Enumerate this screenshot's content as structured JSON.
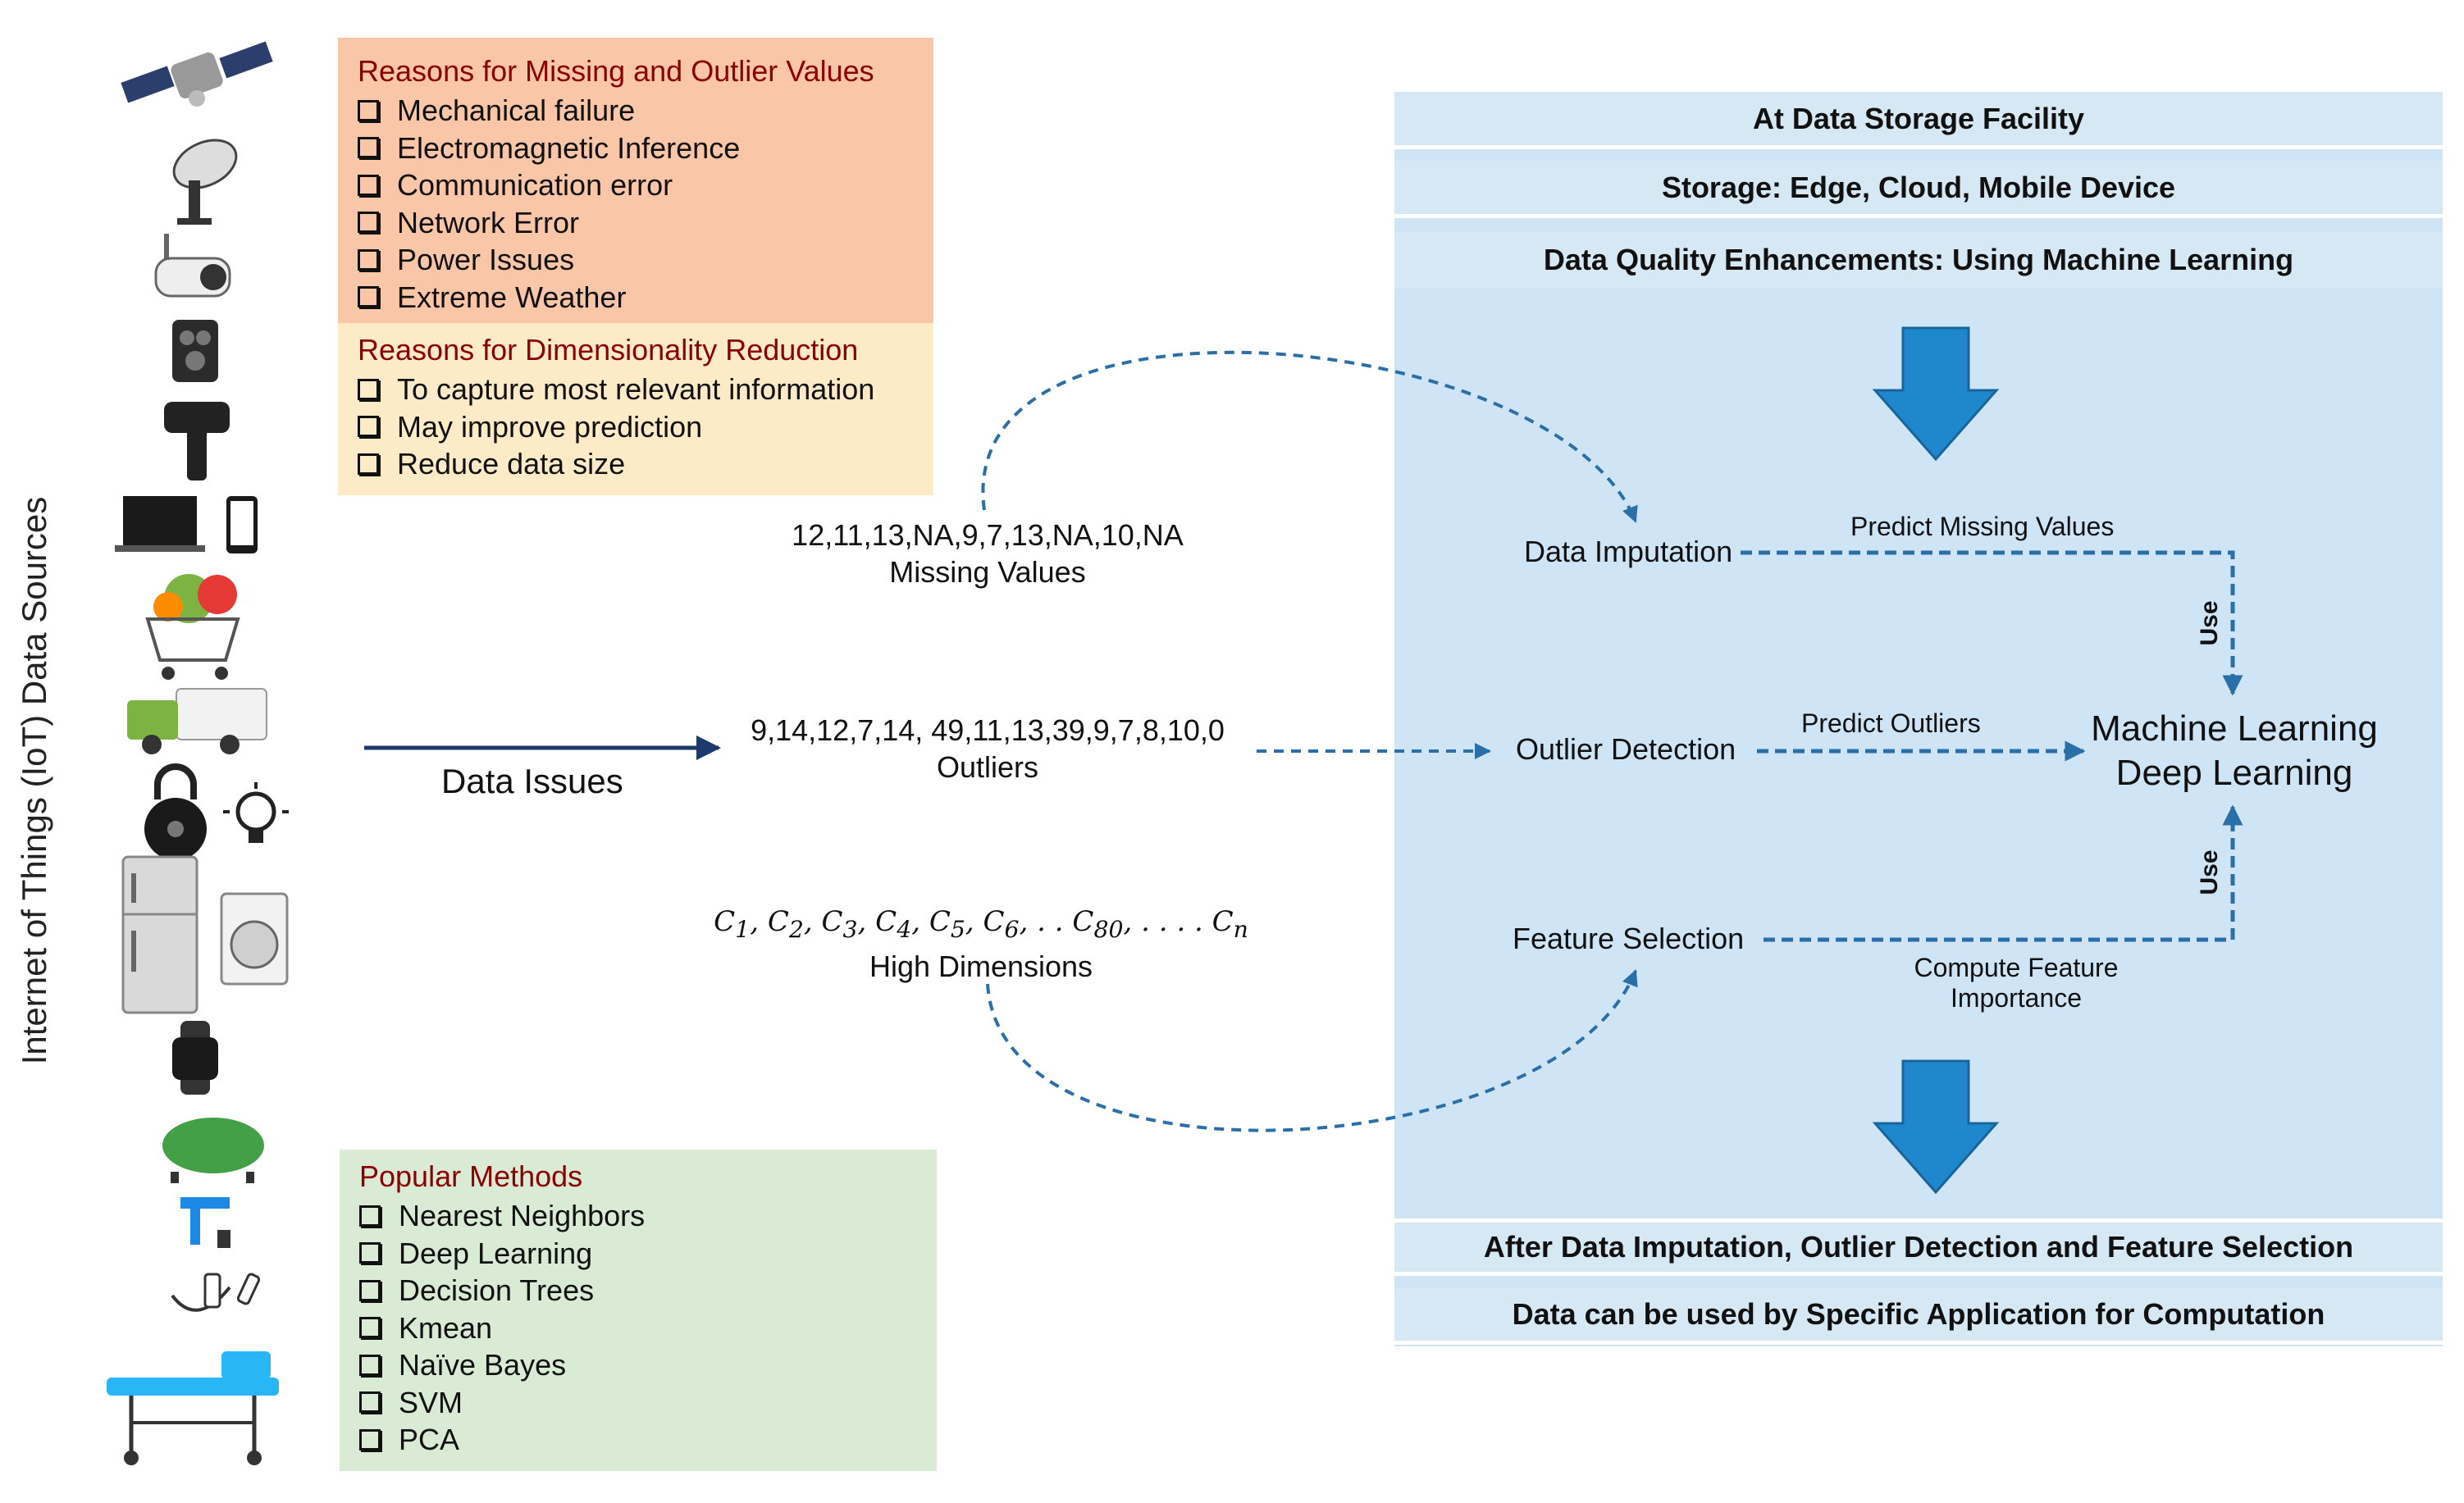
{
  "side_title": "Internet of Things (IoT) Data Sources",
  "missing_box": {
    "title": "Reasons for Missing and Outlier Values",
    "items": [
      "Mechanical failure",
      "Electromagnetic Inference",
      "Communication error",
      "Network Error",
      "Power Issues",
      "Extreme Weather"
    ]
  },
  "dim_box": {
    "title": "Reasons for Dimensionality Reduction",
    "items": [
      "To capture most relevant information",
      "May improve prediction",
      "Reduce data size"
    ]
  },
  "methods_box": {
    "title": "Popular Methods",
    "items": [
      "Nearest Neighbors",
      "Deep Learning",
      "Decision Trees",
      "Kmean",
      "Naïve Bayes",
      "SVM",
      "PCA"
    ]
  },
  "data_issues_label": "Data Issues",
  "missing_values": {
    "sequence": "12,11,13,NA,9,7,13,NA,10,NA",
    "caption": "Missing Values"
  },
  "outliers": {
    "sequence": "9,14,12,7,14, 49,11,13,39,9,7,8,10,0",
    "caption": "Outliers"
  },
  "high_dimensions": {
    "caption": "High Dimensions"
  },
  "right_panel": {
    "band_1": "At Data Storage Facility",
    "band_2": "Storage: Edge, Cloud, Mobile Device",
    "band_3": "Data Quality Enhancements: Using Machine Learning",
    "band_4": "After Data Imputation, Outlier Detection and Feature Selection",
    "band_5": "Data can be used by Specific Application for Computation",
    "data_imputation": "Data Imputation",
    "outlier_detection": "Outlier Detection",
    "feature_selection": "Feature Selection",
    "predict_missing": "Predict Missing Values",
    "predict_outliers": "Predict Outliers",
    "compute_importance_line1": "Compute Feature",
    "compute_importance_line2": "Importance",
    "ml_line1": "Machine Learning",
    "ml_line2": "Deep Learning",
    "use_top": "Use",
    "use_bottom": "Use"
  },
  "icons": [
    "satellite-icon",
    "satellite-dish-icon",
    "security-camera-icon",
    "surveillance-camera-icon",
    "barcode-scanner-icon",
    "laptop-icon",
    "smartphone-icon",
    "shopping-cart-icon",
    "delivery-truck-icon",
    "smart-lock-icon",
    "light-bulb-icon",
    "refrigerator-icon",
    "washing-machine-icon",
    "smartwatch-icon",
    "gas-tank-icon",
    "water-tap-icon",
    "medical-sensor-icon",
    "ambulance-stretcher-icon"
  ],
  "colors": {
    "missing_box": "#f9c6a7",
    "dim_box": "#fdebc8",
    "methods_box": "#d9ebd5",
    "panel": "#cfe5f6",
    "arrow": "#1f87cc",
    "title_red": "#8b0000",
    "dashed": "#2a6fa8"
  }
}
